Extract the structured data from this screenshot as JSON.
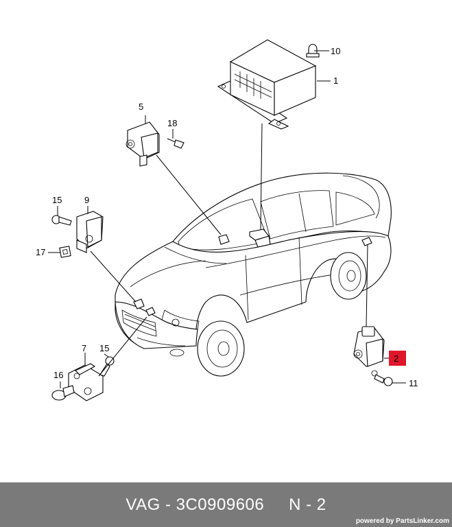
{
  "diagram": {
    "callouts": {
      "c1": "1",
      "c2": "2",
      "c5": "5",
      "c7": "7",
      "c9": "9",
      "c10": "10",
      "c11": "11",
      "c15a": "15",
      "c15b": "15",
      "c16": "16",
      "c17": "17",
      "c18": "18"
    },
    "highlight_color": "#e0162b"
  },
  "footer": {
    "brand": "VAG",
    "separator": "-",
    "part_number": "3C0909606",
    "position": "N - 2",
    "credit": "powered by PartsLinker.com",
    "background": "#7a7a7a"
  }
}
